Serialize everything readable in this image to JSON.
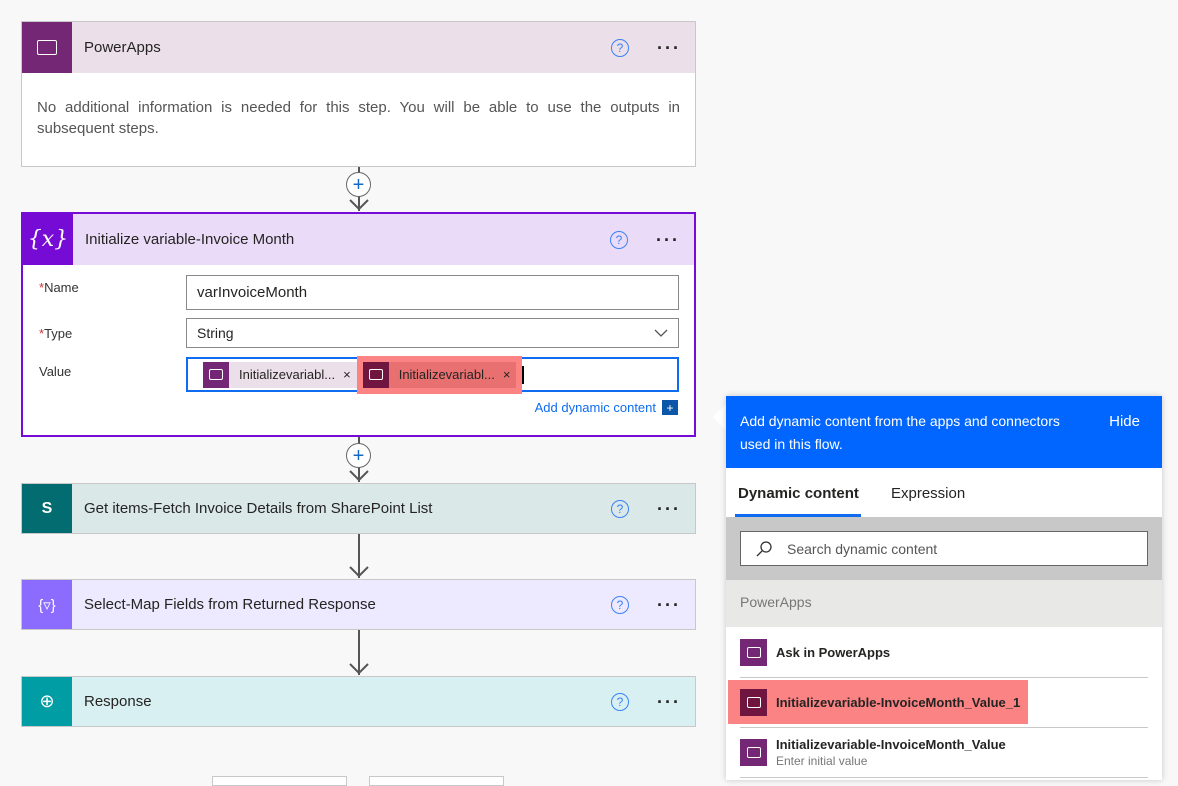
{
  "steps": [
    {
      "title": "PowerApps",
      "body": "No additional information is needed for this step. You will be able to use the outputs in subsequent steps.",
      "color": "#742774",
      "header_bg": "#ebdfe9"
    },
    {
      "title": "Initialize variable-Invoice Month",
      "color": "#770bd6",
      "header_bg": "#eadcf8",
      "fields": {
        "name_label": "Name",
        "name_value": "varInvoiceMonth",
        "type_label": "Type",
        "type_value": "String",
        "value_label": "Value",
        "tokens": [
          "Initializevariabl...",
          "Initializevariabl..."
        ],
        "token_close": "×",
        "add_dynamic": "Add dynamic content",
        "required": "*"
      }
    },
    {
      "title": "Get items-Fetch Invoice Details from SharePoint List",
      "color": "#036c70",
      "header_bg": "#dae8e8"
    },
    {
      "title": "Select-Map Fields from Returned Response",
      "color": "#8c6cff",
      "header_bg": "#ede9fe"
    },
    {
      "title": "Response",
      "color": "#009da5",
      "header_bg": "#d8f0f1"
    }
  ],
  "help": "?",
  "more": "···",
  "add_step": "+",
  "dynamic_panel": {
    "banner": "Add dynamic content from the apps and connectors used in this flow.",
    "hide": "Hide",
    "tabs": [
      "Dynamic content",
      "Expression"
    ],
    "search_placeholder": "Search dynamic content",
    "group": "PowerApps",
    "items": [
      {
        "name": "Ask in PowerApps"
      },
      {
        "name": "Initializevariable-InvoiceMonth_Value_1"
      },
      {
        "name": "Initializevariable-InvoiceMonth_Value",
        "desc": "Enter initial value"
      }
    ]
  }
}
